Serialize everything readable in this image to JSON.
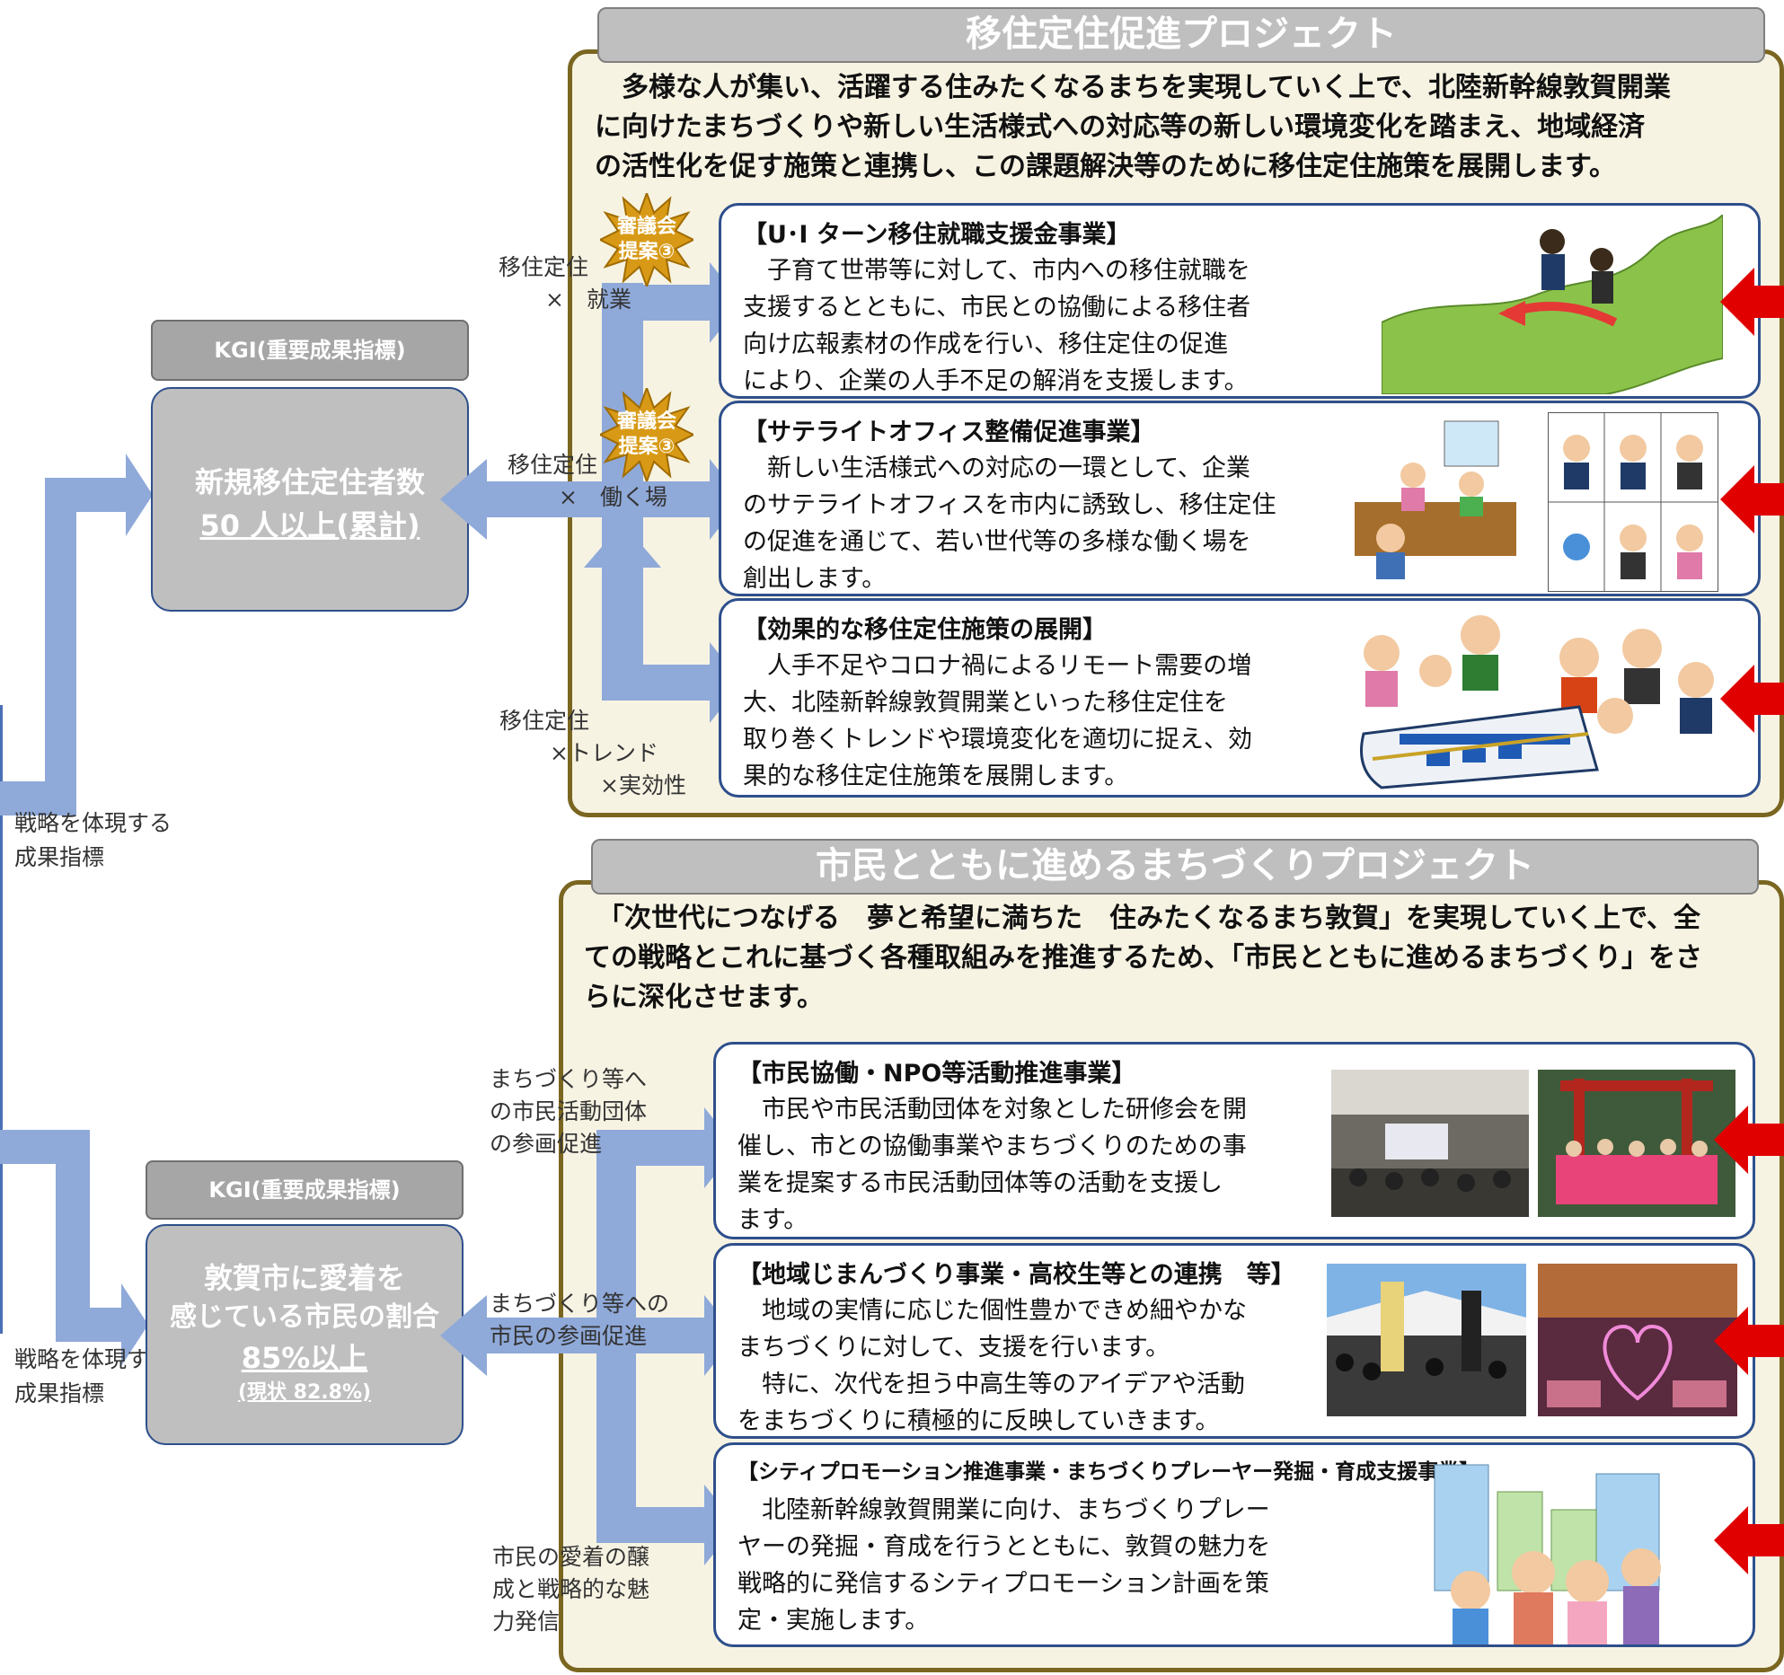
{
  "project1": {
    "title": "移住定住促進プロジェクト",
    "intro": [
      "　多様な人が集い、活躍する住みたくなるまちを実現していく上で、北陸新幹線敦賀開業",
      "に向けたまちづくりや新しい生活様式への対応等の新しい環境変化を踏まえ、地域経済",
      "の活性化を促す施策と連携し、この課題解決等のために移住定住施策を展開します。"
    ],
    "cards": [
      {
        "title": "【U･I ターン移住就職支援金事業】",
        "desc": [
          "　子育て世帯等に対して、市内への移住就職を",
          "支援するとともに、市民との協働による移住者",
          "向け広報素材の作成を行い、移住定住の促進",
          "により、企業の人手不足の解消を支援します。"
        ]
      },
      {
        "title": "【サテライトオフィス整備促進事業】",
        "desc": [
          "　新しい生活様式への対応の一環として、企業",
          "のサテライトオフィスを市内に誘致し、移住定住",
          "の促進を通じて、若い世代等の多様な働く場を",
          "創出します。"
        ]
      },
      {
        "title": "【効果的な移住定住施策の展開】",
        "desc": [
          "　人手不足やコロナ禍によるリモート需要の増",
          "大、北陸新幹線敦賀開業といった移住定住を",
          "取り巻くトレンドや環境変化を適切に捉え、効",
          "果的な移住定住施策を展開します。"
        ]
      }
    ],
    "connectors": [
      [
        "移住定住",
        "×　就業"
      ],
      [
        "移住定住",
        "×　働く場"
      ],
      [
        "移住定住",
        "×トレンド",
        "×実効性"
      ]
    ],
    "badge": [
      "審議会",
      "提案③"
    ]
  },
  "kgi1": {
    "label": "KGI(重要成果指標)",
    "line1": "新規移住定住者数",
    "line2": "50 人以上(累計)"
  },
  "side_label": [
    "戦略を体現する",
    "成果指標"
  ],
  "project2": {
    "title": "市民とともに進めるまちづくりプロジェクト",
    "intro": [
      "　「次世代につなげる　夢と希望に満ちた　住みたくなるまち敦賀」を実現していく上で、全",
      "ての戦略とこれに基づく各種取組みを推進するため、「市民とともに進めるまちづくり」をさ",
      "らに深化させます。"
    ],
    "cards": [
      {
        "title": "【市民協働・NPO等活動推進事業】",
        "desc": [
          "　市民や市民活動団体を対象とした研修会を開",
          "催し、市との協働事業やまちづくりのための事",
          "業を提案する市民活動団体等の活動を支援し",
          "ます。"
        ]
      },
      {
        "title": "【地域じまんづくり事業・高校生等との連携　等】",
        "desc": [
          "　地域の実情に応じた個性豊かできめ細やかな",
          "まちづくりに対して、支援を行います。",
          "　特に、次代を担う中高生等のアイデアや活動",
          "をまちづくりに積極的に反映していきます。"
        ]
      },
      {
        "title": "【シティプロモーション推進事業・まちづくりプレーヤー発掘・育成支援事業】",
        "desc": [
          "　北陸新幹線敦賀開業に向け、まちづくりプレー",
          "ヤーの発掘・育成を行うとともに、敦賀の魅力を",
          "戦略的に発信するシティプロモーション計画を策",
          "定・実施します。"
        ]
      }
    ],
    "connectors": [
      [
        "まちづくり等へ",
        "の市民活動団体",
        "の参画促進"
      ],
      [
        "まちづくり等への",
        "市民の参画促進"
      ],
      [
        "市民の愛着の醸",
        "成と戦略的な魅",
        "力発信"
      ]
    ]
  },
  "kgi2": {
    "label": "KGI(重要成果指標)",
    "line1": "敦賀市に愛着を",
    "line2": "感じている市民の割合",
    "line3": "85%以上",
    "line4": "(現状 82.8%)"
  }
}
